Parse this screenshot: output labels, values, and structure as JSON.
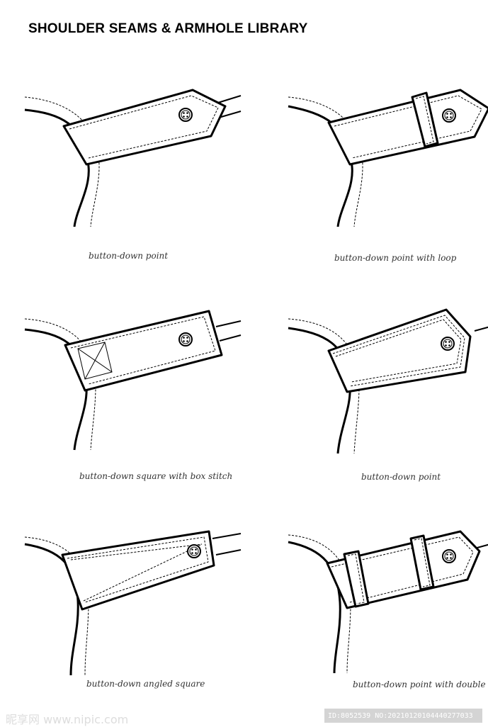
{
  "title": "SHOULDER SEAMS & ARMHOLE LIBRARY",
  "figures": [
    {
      "caption": "button-down point",
      "tab_shape": "point",
      "loops": 0,
      "stitch": "none"
    },
    {
      "caption": "button-down point with loop",
      "tab_shape": "point",
      "loops": 1,
      "stitch": "none"
    },
    {
      "caption": "button-down square with box stitch",
      "tab_shape": "square",
      "loops": 0,
      "stitch": "box"
    },
    {
      "caption": "button-down point",
      "tab_shape": "point",
      "loops": 0,
      "stitch": "double-topstitch"
    },
    {
      "caption": "button-down angled square",
      "tab_shape": "angled-square",
      "loops": 0,
      "stitch": "diagonal"
    },
    {
      "caption": "button-down point with double loo",
      "tab_shape": "point",
      "loops": 2,
      "stitch": "none"
    }
  ],
  "watermark": {
    "logo_text": "昵享网 www.nipic.com",
    "id_text": "ID:8052539 NO:20210120104440277033"
  }
}
